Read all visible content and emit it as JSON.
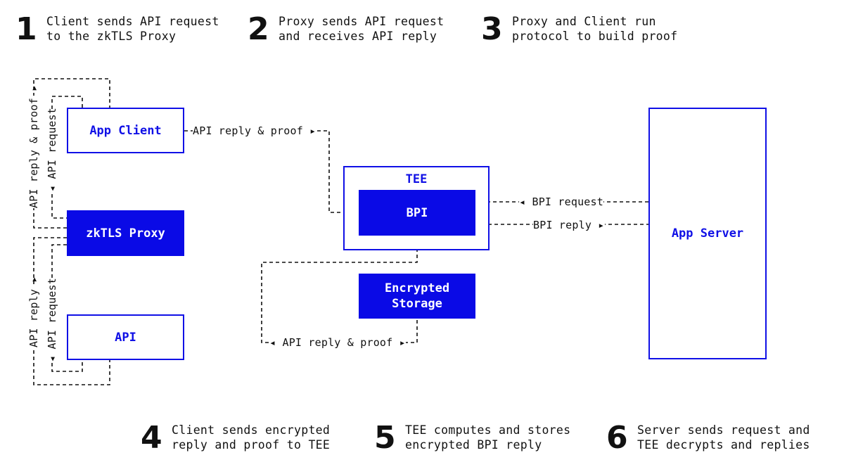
{
  "steps": [
    {
      "number": "1",
      "line1": "Client sends API request",
      "line2": "to the zkTLS Proxy"
    },
    {
      "number": "2",
      "line1": "Proxy sends API request",
      "line2": "and receives API reply"
    },
    {
      "number": "3",
      "line1": "Proxy and Client run",
      "line2": "protocol to build proof"
    },
    {
      "number": "4",
      "line1": "Client sends encrypted",
      "line2": "reply and proof to TEE"
    },
    {
      "number": "5",
      "line1": "TEE computes and stores",
      "line2": "encrypted BPI reply"
    },
    {
      "number": "6",
      "line1": "Server sends request and",
      "line2": "TEE decrypts and replies"
    }
  ],
  "nodes": {
    "app_client": "App Client",
    "zktls_proxy": "zkTLS Proxy",
    "api": "API",
    "tee": "TEE",
    "bpi": "BPI",
    "encrypted_storage": "Encrypted\nStorage",
    "app_server": "App Server"
  },
  "edges": {
    "client_to_tee": "API reply & proof ▸",
    "storage_loop": "◂ API reply & proof ▸",
    "bpi_request": "◂ BPI request",
    "bpi_reply": "BPI reply ▸",
    "proxy_to_client_reply": "API reply & proof ▸",
    "client_to_proxy_request": "◂ API request",
    "api_to_proxy_reply": "API reply ▸",
    "proxy_to_api_request": "◂ API request"
  },
  "colors": {
    "accent": "#0a0ae6",
    "text": "#111111",
    "background": "#ffffff"
  }
}
